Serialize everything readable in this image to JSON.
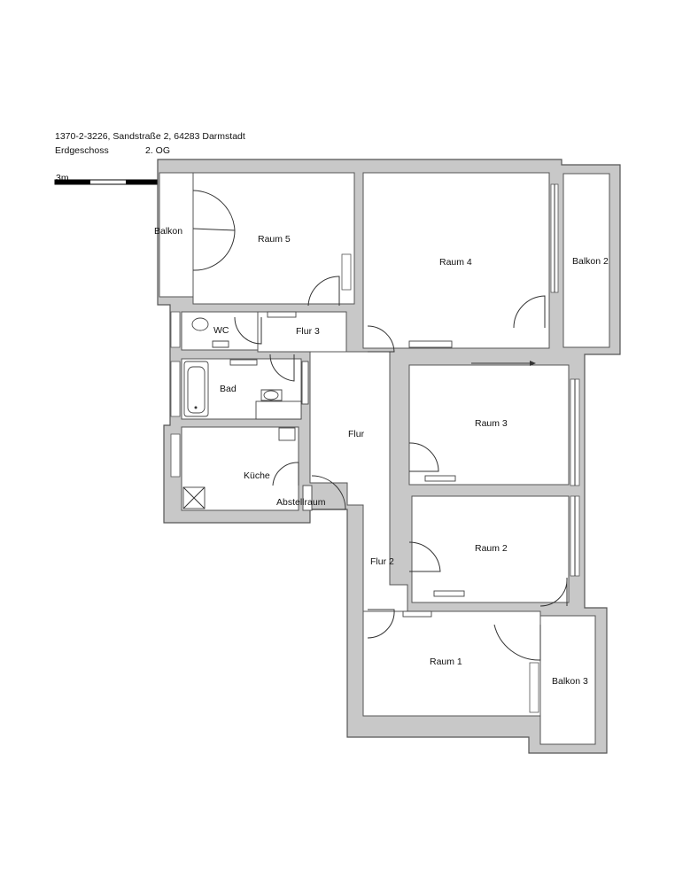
{
  "header": {
    "address": "1370-2-3226, Sandstraße 2, 64283 Darmstadt",
    "floor_name": "Erdgeschoss",
    "floor_level": "2. OG"
  },
  "scale_bar": {
    "label": "3m"
  },
  "rooms": {
    "balkon": "Balkon",
    "raum5": "Raum 5",
    "raum4": "Raum 4",
    "balkon2": "Balkon 2",
    "wc": "WC",
    "flur3": "Flur 3",
    "bad": "Bad",
    "flur": "Flur",
    "raum3": "Raum 3",
    "kueche": "Küche",
    "abstellraum": "Abstellraum",
    "raum2": "Raum 2",
    "flur2": "Flur 2",
    "raum1": "Raum 1",
    "balkon3": "Balkon 3"
  }
}
